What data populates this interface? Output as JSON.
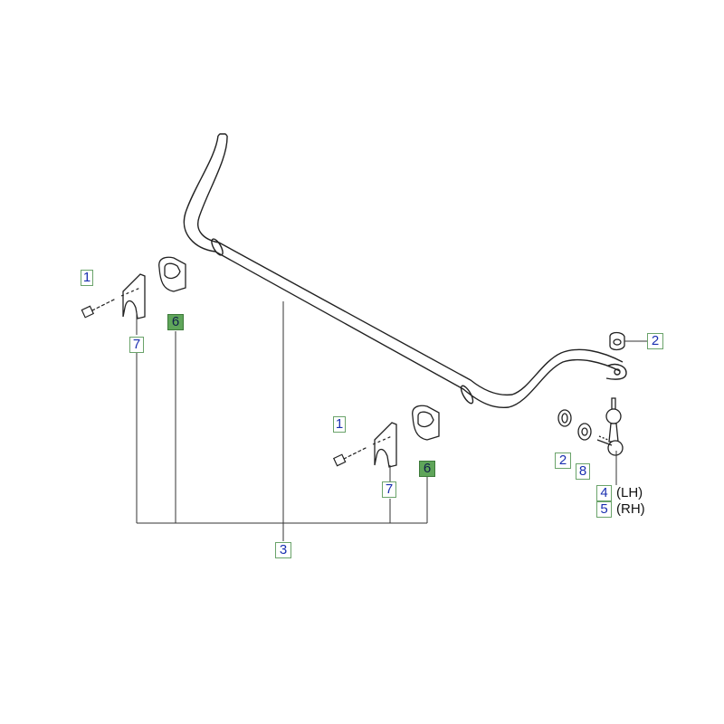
{
  "callouts": [
    {
      "id": "c1a",
      "text": "1",
      "highlight": false
    },
    {
      "id": "c7a",
      "text": "7",
      "highlight": false
    },
    {
      "id": "c6a",
      "text": "6",
      "highlight": true
    },
    {
      "id": "c1b",
      "text": "1",
      "highlight": false
    },
    {
      "id": "c7b",
      "text": "7",
      "highlight": false
    },
    {
      "id": "c6b",
      "text": "6",
      "highlight": true
    },
    {
      "id": "c3",
      "text": "3",
      "highlight": false
    },
    {
      "id": "c2a",
      "text": "2",
      "highlight": false
    },
    {
      "id": "c2b",
      "text": "2",
      "highlight": false
    },
    {
      "id": "c8",
      "text": "8",
      "highlight": false
    },
    {
      "id": "c4",
      "text": "4",
      "highlight": false
    },
    {
      "id": "c5",
      "text": "5",
      "highlight": false
    }
  ],
  "side_labels": {
    "lh": "(LH)",
    "rh": "(RH)"
  },
  "colors": {
    "callout_border": "#6aa36a",
    "callout_text": "#1a2fb0",
    "highlight_fill": "#5fa55a",
    "line": "#222222"
  }
}
